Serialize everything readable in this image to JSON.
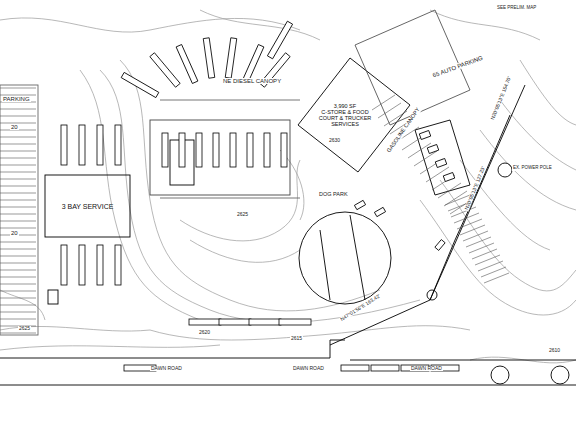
{
  "diagram": {
    "nodes": [
      {
        "text": [
          "3 BAY SERVICE"
        ]
      },
      {
        "text": [
          "3,990 SF",
          "C-STORE & FOOD COURT & TRUCKER SERVICES"
        ]
      }
    ],
    "labels": [
      "PARKING",
      "20",
      "20",
      "NE DIESEL CANOPY",
      "65 AUTO PARKING",
      "GASOLINE CANOPY",
      "DOG PARK",
      "2630",
      "2625",
      "2620",
      "2615",
      "2625",
      "2610",
      "DAWN ROAD",
      "DAWN ROAD",
      "DAWN ROAD",
      "N20°05'13\"E 154.70'",
      "N20°05'13\"E 127.23'",
      "N47°01'56\"E 163.42'",
      "EX. POWER POLE",
      "SEE PRELIM. MAP"
    ]
  }
}
